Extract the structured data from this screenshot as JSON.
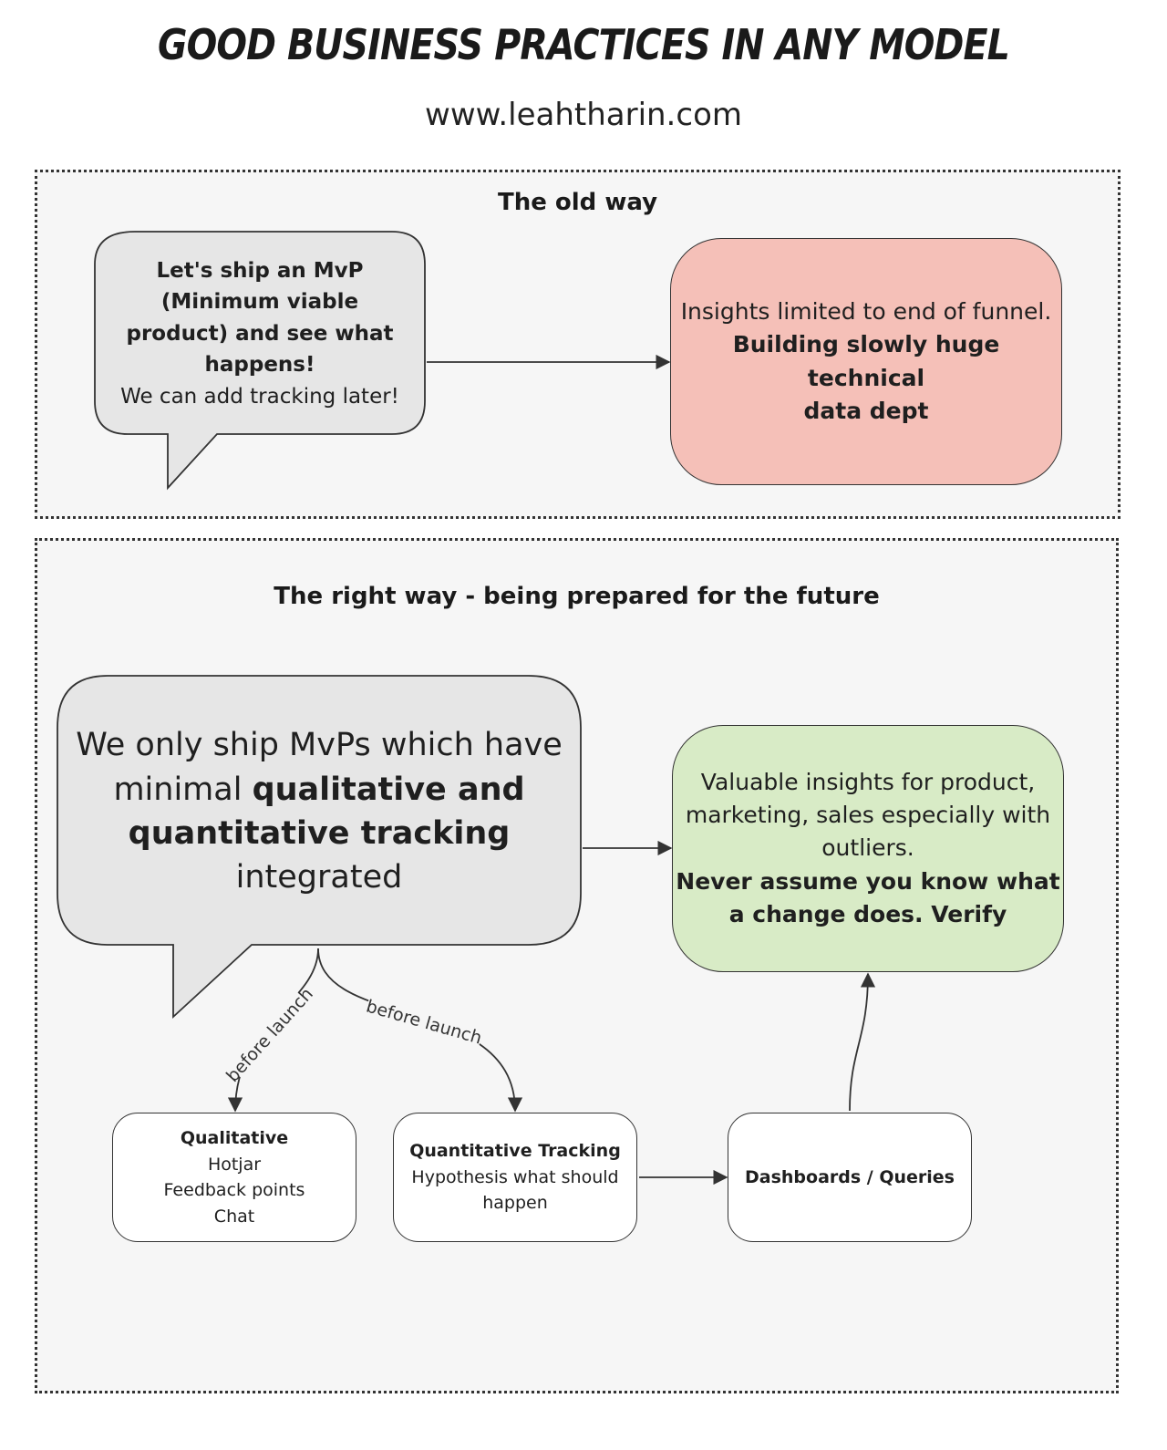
{
  "header": {
    "title": "GOOD BUSINESS PRACTICES IN ANY MODEL",
    "website": "www.leahtharin.com"
  },
  "old_way": {
    "section_title": "The old way",
    "bubble": {
      "bold_lines": [
        "Let's ship an MvP",
        "(Minimum viable",
        "product) and see what",
        "happens!"
      ],
      "normal_line": "We can add tracking later!"
    },
    "result": {
      "normal_line": "Insights limited to end of funnel.",
      "bold_lines": [
        "Building slowly huge technical",
        "data dept"
      ]
    }
  },
  "right_way": {
    "section_title": "The right way - being prepared for the future",
    "bubble": {
      "line1": "We only ship MvPs which have",
      "line2_normal": "minimal ",
      "line2_bold": "qualitative and",
      "line3_bold": "quantitative tracking",
      "line4": "integrated"
    },
    "result": {
      "normal_lines": [
        "Valuable insights for product,",
        "marketing, sales especially with",
        "outliers."
      ],
      "bold_lines": [
        "Never assume you know what",
        "a change does. Verify"
      ]
    },
    "edge_label_left": "before launch",
    "edge_label_right": "before launch",
    "qualitative": {
      "title": "Qualitative",
      "items": [
        "Hotjar",
        "Feedback points",
        "Chat"
      ]
    },
    "quantitative": {
      "title": "Quantitative Tracking",
      "lines": [
        "Hypothesis what should",
        "happen"
      ]
    },
    "dashboards": {
      "title": "Dashboards / Queries"
    }
  },
  "colors": {
    "bubble_fill": "#e6e6e6",
    "old_result_fill": "#f5c0b8",
    "right_result_fill": "#d8ebc6",
    "panel_fill": "#f6f6f6",
    "box_fill": "#ffffff"
  }
}
